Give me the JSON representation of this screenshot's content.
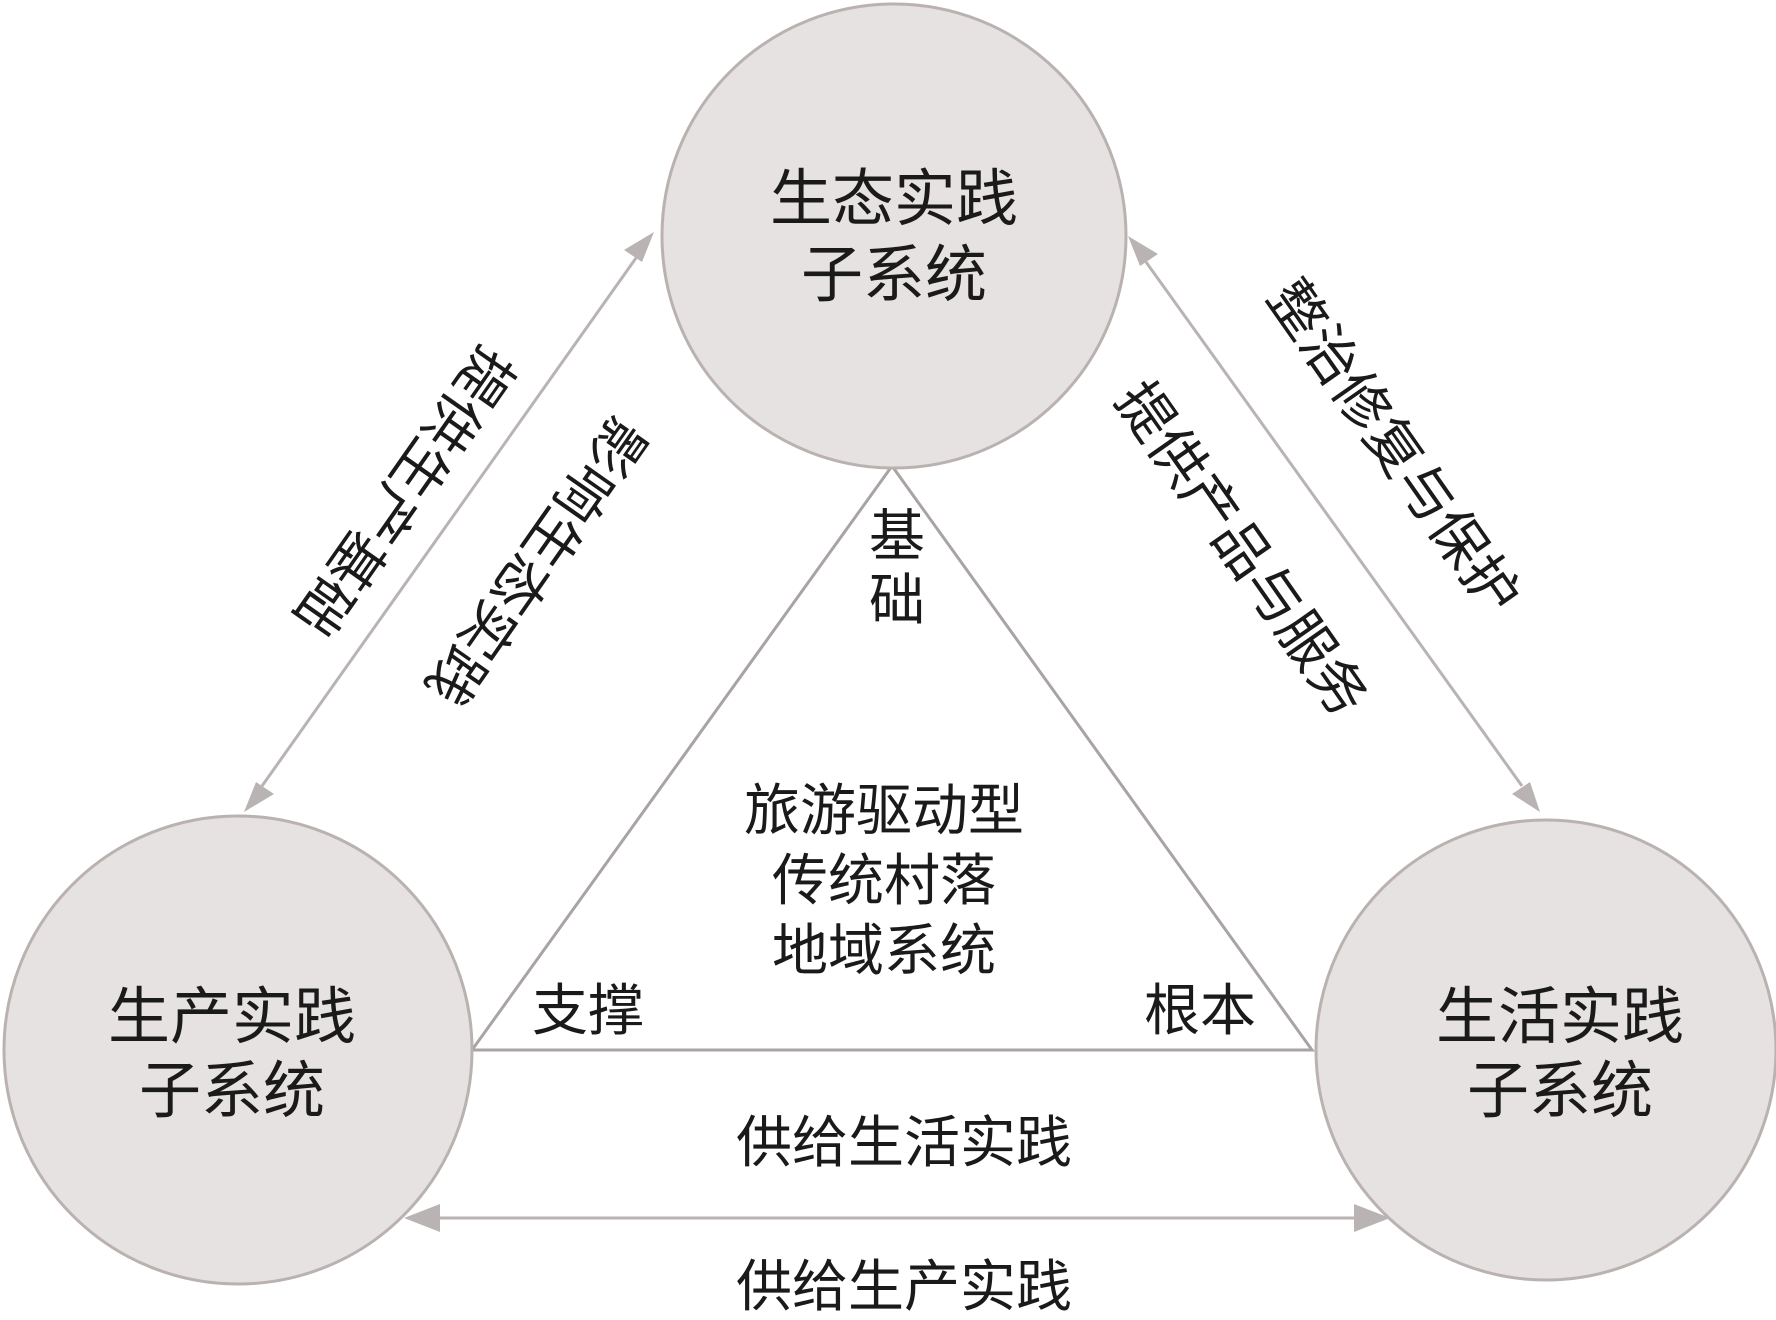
{
  "nodes": {
    "ecology": {
      "line1": "生态实践",
      "line2": "子系统"
    },
    "production": {
      "line1": "生产实践",
      "line2": "子系统"
    },
    "life": {
      "line1": "生活实践",
      "line2": "子系统"
    }
  },
  "center": {
    "line1": "旅游驱动型",
    "line2": "传统村落",
    "line3": "地域系统"
  },
  "triangle_labels": {
    "top": "基础",
    "left": "支撑",
    "right": "根本"
  },
  "edge_labels": {
    "left_outer": "提供生产基础",
    "left_inner": "影响生态实践",
    "right_outer": "整治修复与保护",
    "right_inner": "提供产品与服务",
    "bottom_upper": "供给生活实践",
    "bottom_lower": "供给生产实践"
  },
  "colors": {
    "circle_fill": "#e6e2e1",
    "circle_stroke": "#b9b2b0",
    "line": "#b9b4b3",
    "text": "#1a1a1a"
  }
}
